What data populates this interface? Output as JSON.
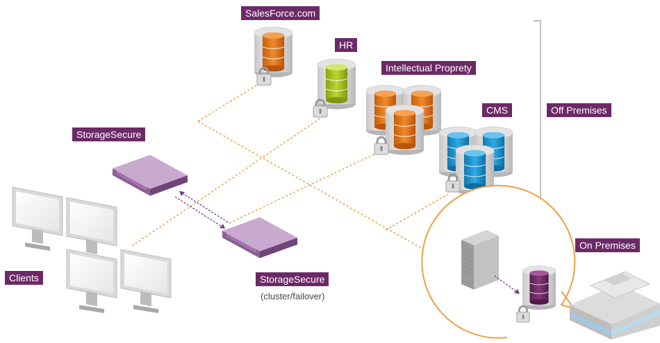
{
  "labels": {
    "salesforce": "SalesForce.com",
    "hr": "HR",
    "intellectual_property": "Intellectual Proprety",
    "cms": "CMS",
    "off_premises": "Off Premises",
    "storage_secure_top": "StorageSecure",
    "storage_secure_bottom": "StorageSecure",
    "cluster_failover": "(cluster/failover)",
    "clients": "Clients",
    "on_premises": "On Premises"
  },
  "colors": {
    "label_bg": "#6b2a66",
    "connector": "#f0963c",
    "failover_link": "#7a3a8a",
    "db_orange": "#e57a1e",
    "db_green": "#a6c21c",
    "db_blue": "#1f9ad6",
    "db_purple": "#6e2a63",
    "appliance": "#a77fb0",
    "on_premises_ring": "#f0a040"
  },
  "icons": {
    "database": "database-icon",
    "lock": "padlock-icon",
    "appliance": "storage-appliance-icon",
    "monitor": "monitor-icon",
    "server": "server-rack-icon",
    "building": "building-icon"
  }
}
